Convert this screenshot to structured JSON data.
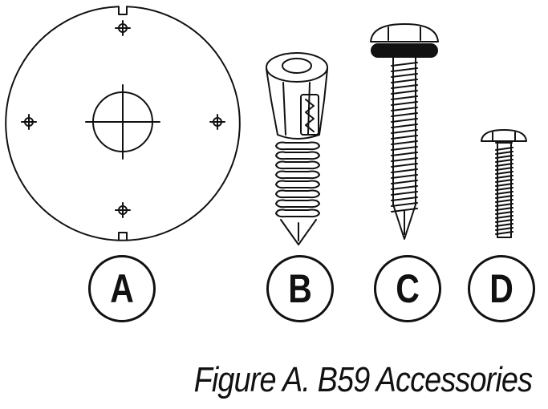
{
  "labels": {
    "a": "A",
    "b": "B",
    "c": "C",
    "d": "D"
  },
  "caption": "Figure A. B59 Accessories",
  "colors": {
    "ink": "#111111",
    "background": "#ffffff"
  }
}
